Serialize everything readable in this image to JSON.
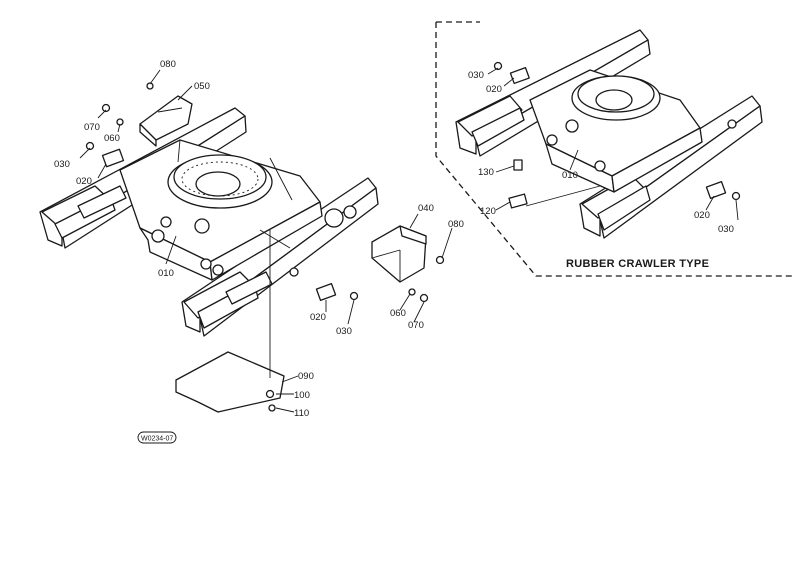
{
  "section_title": "RUBBER CRAWLER TYPE",
  "drawing_ref": "W0234-07",
  "callouts": {
    "c080_top": "080",
    "c050": "050",
    "c070_left": "070",
    "c060_left": "060",
    "c030_left": "030",
    "c020_left": "020",
    "c010_main": "010",
    "c040": "040",
    "c080_right": "080",
    "c060_right": "060",
    "c070_right": "070",
    "c020_mid": "020",
    "c030_mid": "030",
    "c090": "090",
    "c100": "100",
    "c110": "110",
    "r030_top": "030",
    "r020_top": "020",
    "r130": "130",
    "r120": "120",
    "r010": "010",
    "r020_right": "020",
    "r030_right": "030"
  }
}
